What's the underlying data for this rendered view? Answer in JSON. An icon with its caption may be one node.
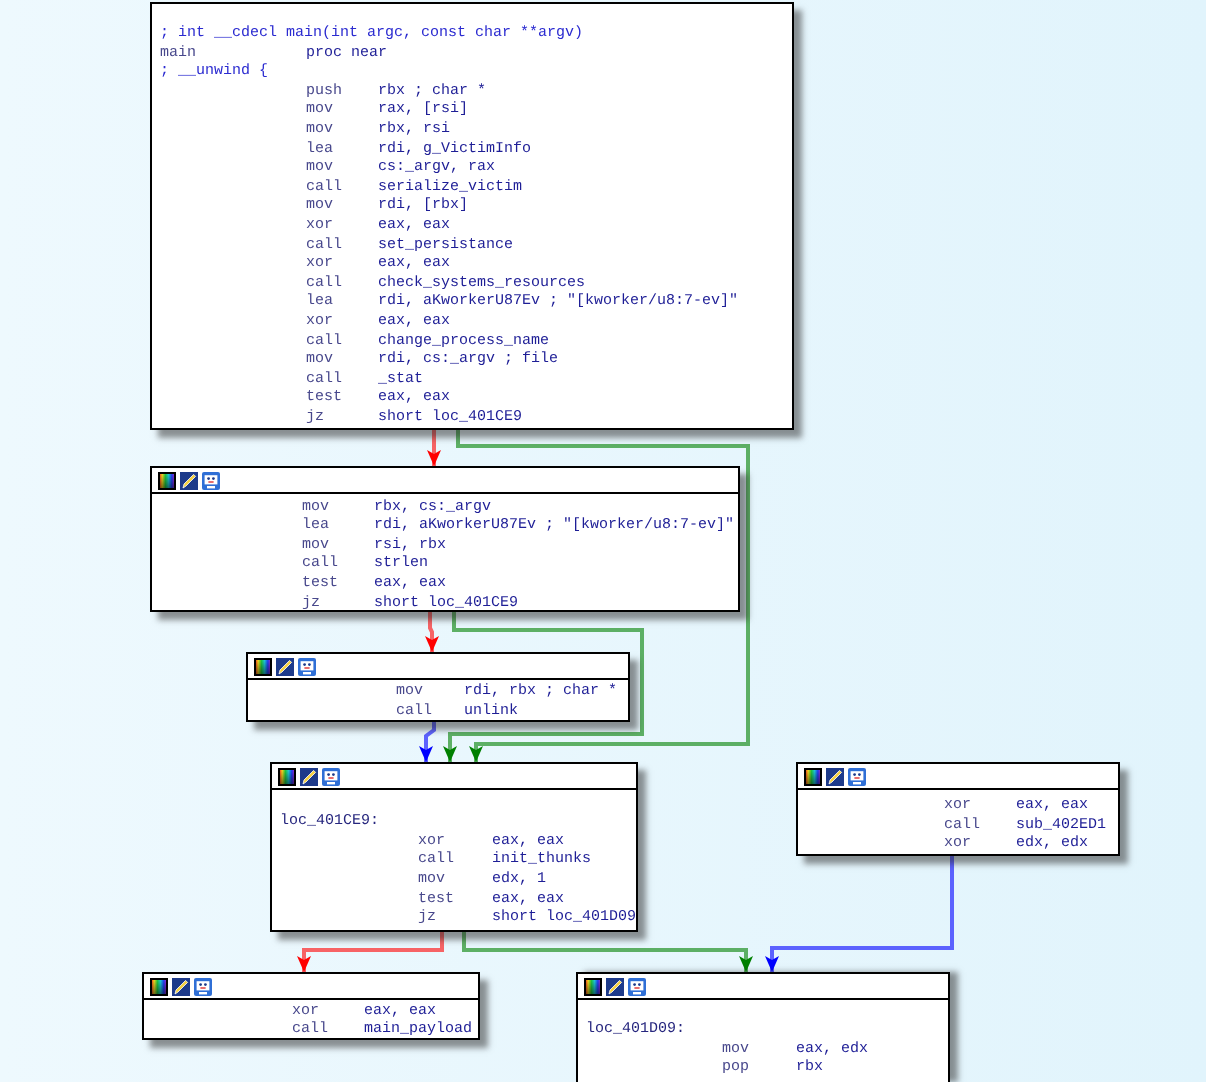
{
  "diagram": {
    "nodes": [
      {
        "text": [
          "; int __cdecl main(int argc, const char **argv)",
          "main proc near",
          "; __unwind {",
          "push rbx ; char *",
          "mov rax, [rsi]",
          "mov rbx, rsi",
          "lea rdi, g_VictimInfo",
          "mov cs:_argv, rax",
          "call serialize_victim",
          "mov rdi, [rbx]",
          "xor eax, eax",
          "call set_persistance",
          "xor eax, eax",
          "call check_systems_resources",
          "lea rdi, aKworkerU87Ev ; \"[kworker/u8:7-ev]\"",
          "xor eax, eax",
          "call change_process_name",
          "mov rdi, cs:_argv ; file",
          "call _stat",
          "test eax, eax",
          "jz short loc_401CE9"
        ]
      },
      {
        "text": [
          "mov rbx, cs:_argv",
          "lea rdi, aKworkerU87Ev ; \"[kworker/u8:7-ev]\"",
          "mov rsi, rbx",
          "call strlen",
          "test eax, eax",
          "jz short loc_401CE9"
        ]
      },
      {
        "text": [
          "mov rdi, rbx ; char *",
          "call unlink"
        ]
      },
      {
        "text": [
          "loc_401CE9:",
          "xor eax, eax",
          "call init_thunks",
          "mov edx, 1",
          "test eax, eax",
          "jz short loc_401D09"
        ]
      },
      {
        "text": [
          "xor eax, eax",
          "call sub_402ED1",
          "xor edx, edx"
        ]
      },
      {
        "text": [
          "xor eax, eax",
          "call main_payload"
        ]
      },
      {
        "text": [
          "loc_401D09:",
          "mov eax, edx",
          "pop rbx"
        ]
      }
    ],
    "edges": [
      {
        "from": 0,
        "to": 1,
        "arrow": "to",
        "color": "#ff0000"
      },
      {
        "from": 0,
        "to": 3,
        "arrow": "to",
        "color": "#008000"
      },
      {
        "from": 1,
        "to": 2,
        "arrow": "to",
        "color": "#ff0000"
      },
      {
        "from": 1,
        "to": 3,
        "arrow": "to",
        "color": "#008000"
      },
      {
        "from": 2,
        "to": 3,
        "arrow": "to",
        "color": "#0000ff"
      },
      {
        "from": 3,
        "to": 5,
        "arrow": "to",
        "color": "#ff0000"
      },
      {
        "from": 3,
        "to": 6,
        "arrow": "to",
        "color": "#008000"
      },
      {
        "from": 4,
        "to": 6,
        "arrow": "to",
        "color": "#0000ff"
      }
    ]
  }
}
